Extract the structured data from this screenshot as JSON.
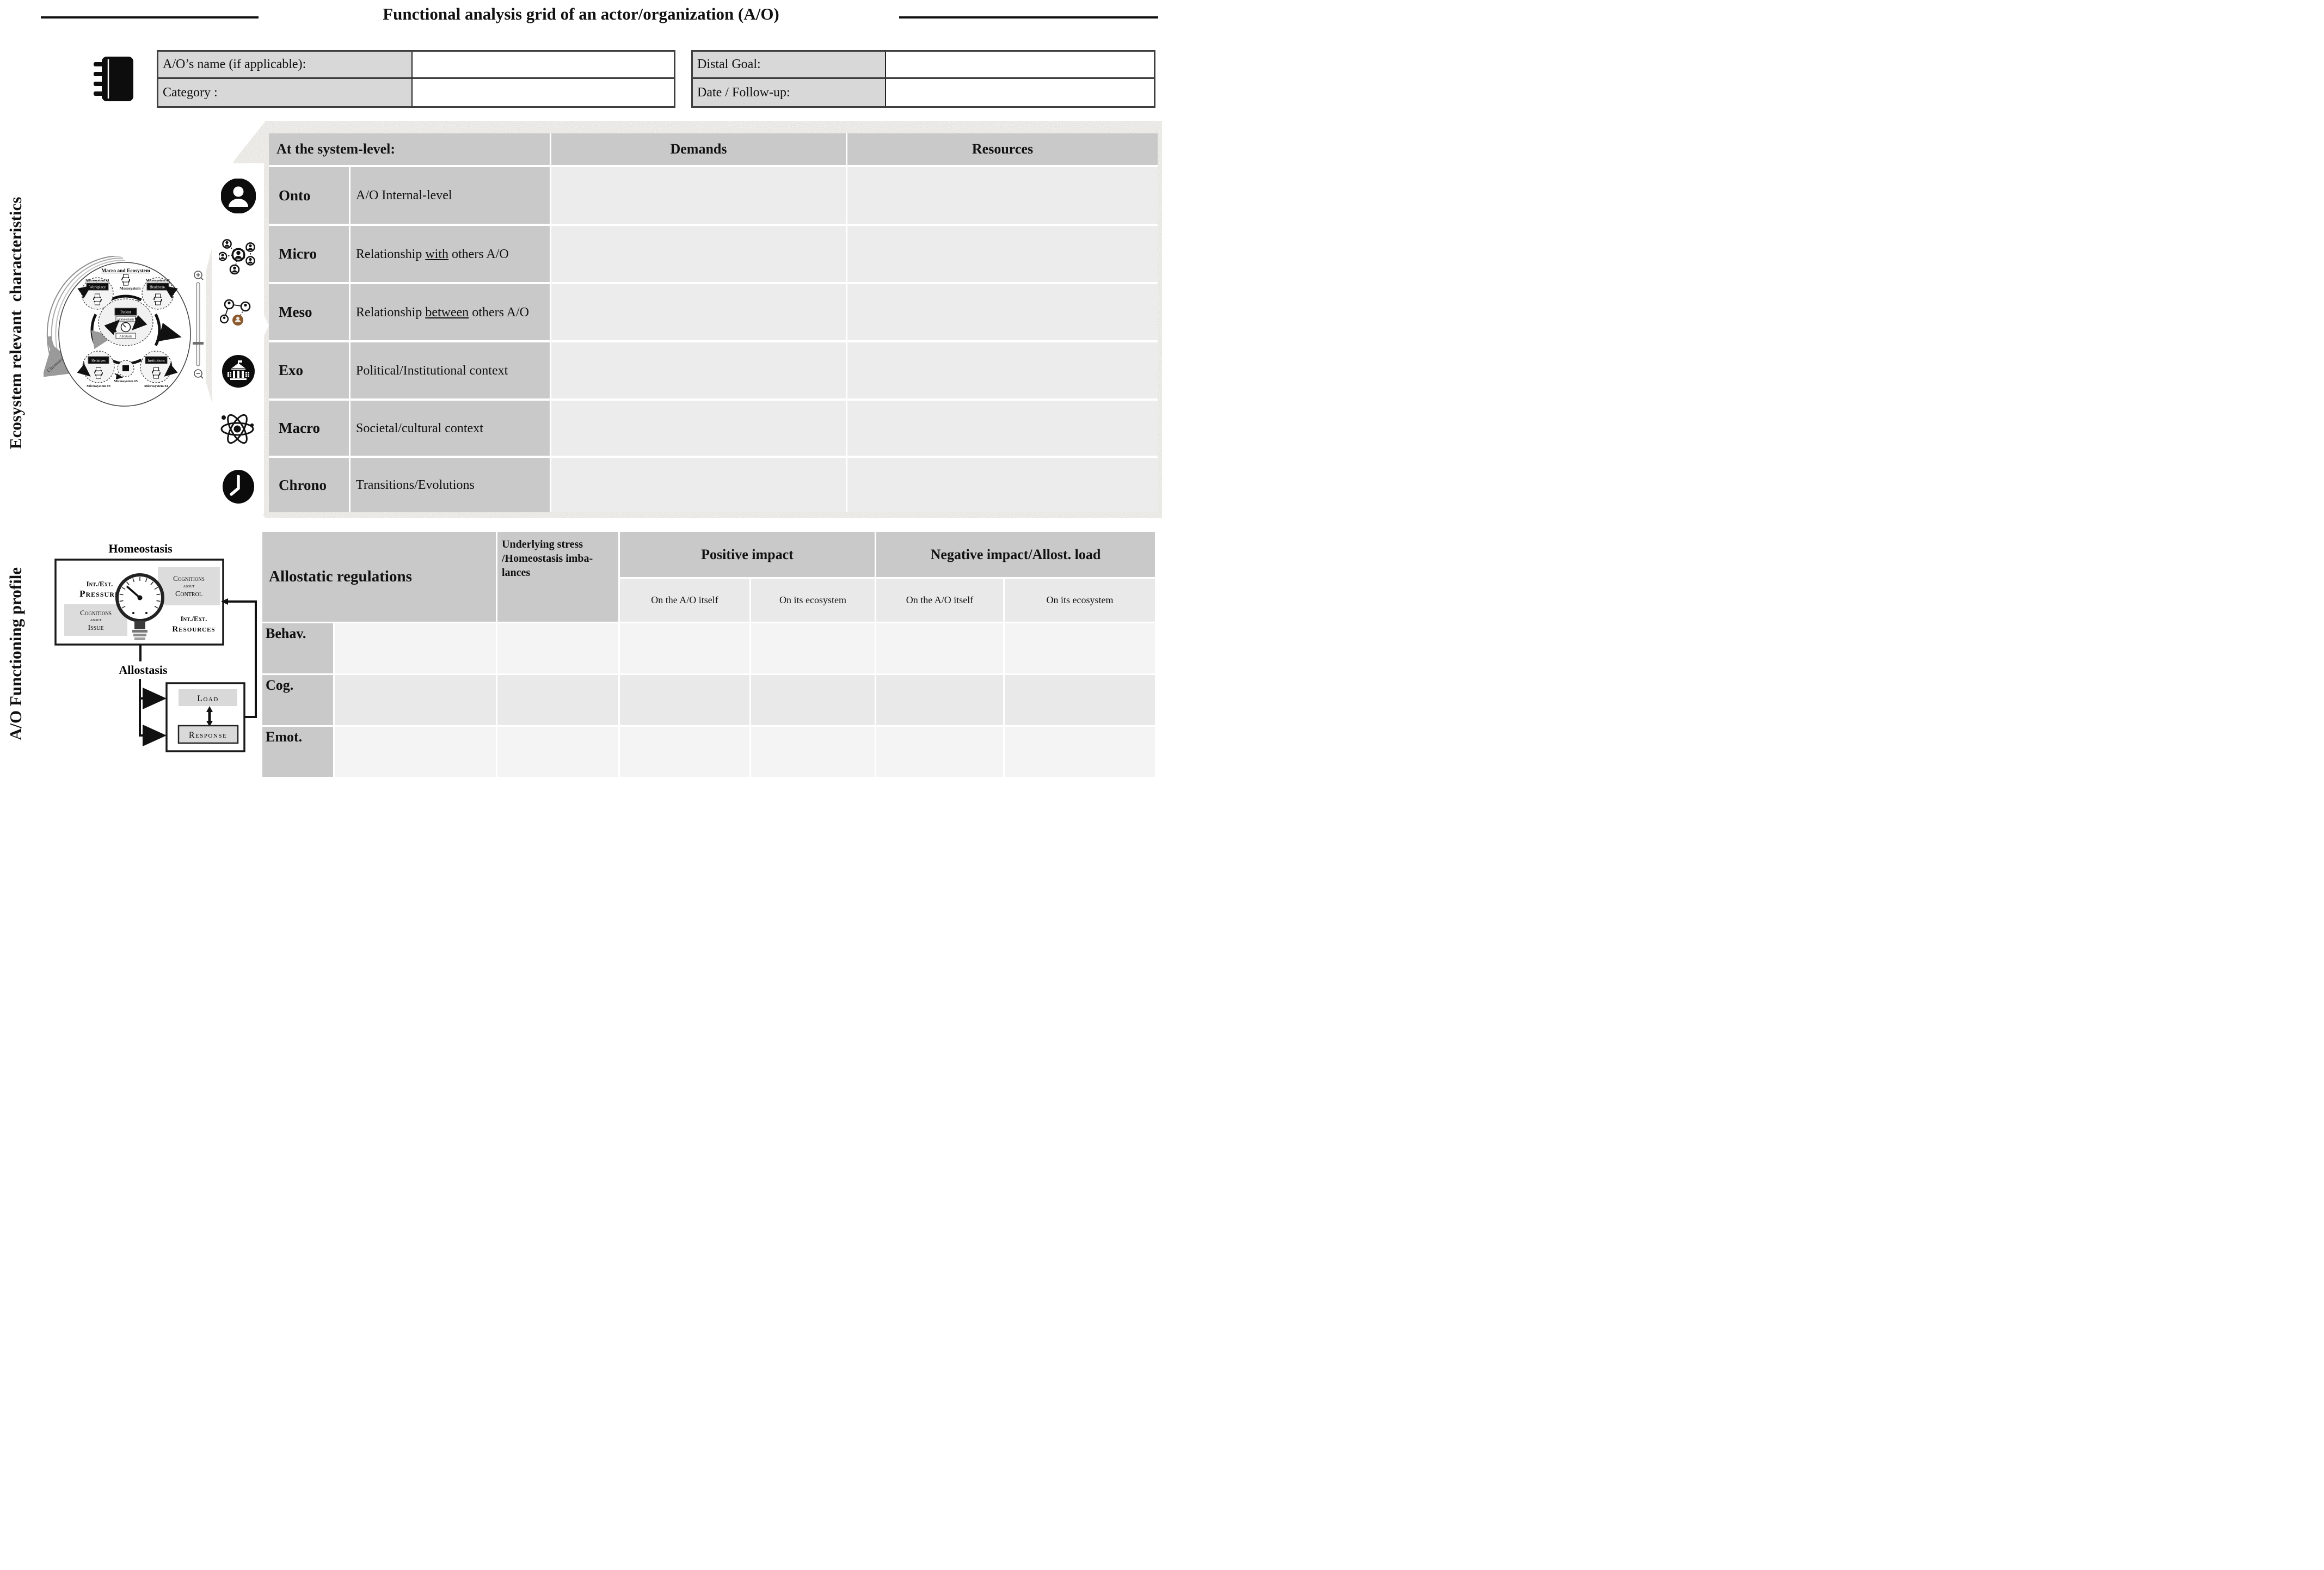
{
  "title": "Functional analysis grid of an actor/organization (A/O)",
  "info_form": {
    "name_label": "A/O’s name (if applicable):",
    "name_value": "",
    "category_label": "Category :",
    "category_value": "",
    "distal_goal_label": "Distal Goal:",
    "distal_goal_value": "",
    "date_label": "Date / Follow-up:",
    "date_value": ""
  },
  "sidebar": {
    "top_label": "Ecosystem relevant  characteristics",
    "bottom_label": "A/O Functioning profile"
  },
  "system_table": {
    "header": {
      "col1": "At the system-level:",
      "demands": "Demands",
      "resources": "Resources"
    },
    "rows": [
      {
        "level": "Onto",
        "icon": "person-icon",
        "desc_pre": "A/O Internal-level",
        "desc_u": "",
        "desc_post": "",
        "demands": "",
        "resources": ""
      },
      {
        "level": "Micro",
        "icon": "people-network-icon",
        "desc_pre": "Relationship ",
        "desc_u": "with",
        "desc_post": " others A/O",
        "demands": "",
        "resources": ""
      },
      {
        "level": "Meso",
        "icon": "small-network-icon",
        "desc_pre": "Relationship ",
        "desc_u": "between",
        "desc_post": " others A/O",
        "demands": "",
        "resources": ""
      },
      {
        "level": "Exo",
        "icon": "government-building-icon",
        "desc_pre": "Political/Institutional context",
        "desc_u": "",
        "desc_post": "",
        "demands": "",
        "resources": ""
      },
      {
        "level": "Macro",
        "icon": "atom-icon",
        "desc_pre": "Societal/cultural context",
        "desc_u": "",
        "desc_post": "",
        "demands": "",
        "resources": ""
      },
      {
        "level": "Chrono",
        "icon": "clock-icon",
        "desc_pre": "Transitions/Evolutions",
        "desc_u": "",
        "desc_post": "",
        "demands": "",
        "resources": ""
      }
    ]
  },
  "impact_table": {
    "regulations_label": "Allostatic regulations",
    "stress_label": "Underlying stress /Homeostasis imba-lances",
    "positive_label": "Positive impact",
    "negative_label": "Negative impact/Allost. load",
    "sub_headers": [
      "On the A/O itself",
      "On its ecosystem",
      "On the A/O itself",
      "On its ecosystem"
    ],
    "rows": [
      {
        "label": "Behav.",
        "cells": [
          "",
          "",
          "",
          "",
          "",
          ""
        ]
      },
      {
        "label": "Cog.",
        "cells": [
          "",
          "",
          "",
          "",
          "",
          ""
        ]
      },
      {
        "label": "Emot.",
        "cells": [
          "",
          "",
          "",
          "",
          "",
          ""
        ]
      }
    ]
  },
  "ecosystem_diagram": {
    "title": "Macro and Ecosystem",
    "micro1": "Microsystem #1",
    "workplace": "Workplace",
    "micro2": "Microsystem #2",
    "healthcare": "Healthcare",
    "mesosystem": "Mesosystem",
    "exosystem": "Exosystem",
    "patient": "Patient",
    "homeostasis": "Homeostasis",
    "allostasis": "Allostasis",
    "micro3": "Microsystem #3",
    "relatives": "Relatives",
    "micro4": "Microsystem #4",
    "institutions": "Institutions",
    "micro5": "Microsystem #5",
    "chronosystem": "Chronosystem",
    "zoom_in": "+",
    "zoom_out": "−"
  },
  "regulation_diagram": {
    "homeostasis_title": "Homeostasis",
    "pressure_line1": "Int./Ext.",
    "pressure_line2": "Pressure",
    "control_line1": "Cognitions",
    "control_line2": "about",
    "control_line3": "Control",
    "issue_line1": "Cognitions",
    "issue_line2": "about",
    "issue_line3": "Issue",
    "resources_line1": "Int./Ext.",
    "resources_line2": "Resources",
    "allostasis_title": "Allostasis",
    "load_label": "Load",
    "response_label": "Response"
  },
  "colors": {
    "header_gray": "#c9c9c9",
    "form_label_gray": "#d8d8d8",
    "cell_light": "#ececec",
    "subheader_gray": "#e9e9e9",
    "row_light": "#f4f4f4",
    "node_brown": "#8a5a2c",
    "texture_base": "#f7f6f3"
  }
}
